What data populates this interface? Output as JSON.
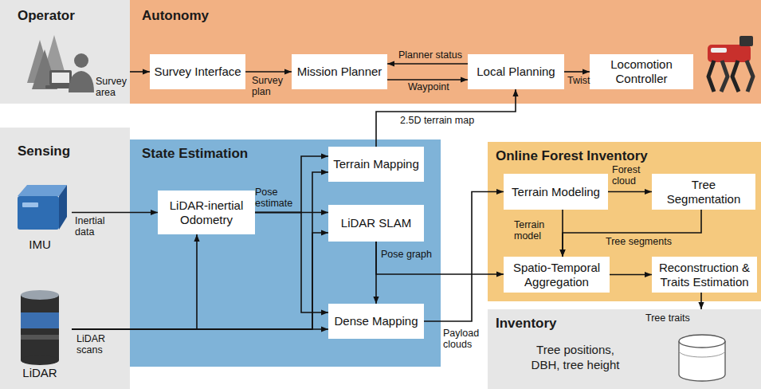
{
  "diagram": {
    "nodes": [
      {
        "text": [
          "Operator"
        ]
      },
      {
        "text": [
          "Autonomy"
        ]
      },
      {
        "text": [
          "Survey Interface"
        ],
        "in": 1
      },
      {
        "text": [
          "Mission Planner"
        ],
        "in": 1
      },
      {
        "text": [
          "Local Planning"
        ],
        "in": 1
      },
      {
        "text": [
          "Locomotion Controller"
        ],
        "in": 1
      },
      {
        "text": [
          "Sensing"
        ]
      },
      {
        "text": [
          "IMU"
        ],
        "in": 6
      },
      {
        "text": [
          "LiDAR"
        ],
        "in": 6
      },
      {
        "text": [
          "State Estimation"
        ]
      },
      {
        "text": [
          "LiDAR-inertial Odometry"
        ],
        "in": 9
      },
      {
        "text": [
          "Terrain Mapping"
        ],
        "in": 9
      },
      {
        "text": [
          "LiDAR SLAM"
        ],
        "in": 9
      },
      {
        "text": [
          "Dense Mapping"
        ],
        "in": 9
      },
      {
        "text": [
          "Online Forest Inventory"
        ]
      },
      {
        "text": [
          "Terrain Modeling"
        ],
        "in": 14
      },
      {
        "text": [
          "Tree Segmentation"
        ],
        "in": 14
      },
      {
        "text": [
          "Spatio-Temporal Aggregation"
        ],
        "in": 14
      },
      {
        "text": [
          "Reconstruction & Traits Estimation"
        ],
        "in": 14
      },
      {
        "text": [
          "Inventory",
          "Tree positions, DBH, tree height"
        ]
      }
    ],
    "edges": [
      {
        "from": 0,
        "to": 2,
        "label": "Survey area",
        "arrow": "to"
      },
      {
        "from": 2,
        "to": 3,
        "label": "Survey plan",
        "arrow": "to"
      },
      {
        "from": 4,
        "to": 3,
        "label": "Planner status",
        "arrow": "to"
      },
      {
        "from": 3,
        "to": 4,
        "label": "Waypoint",
        "arrow": "to"
      },
      {
        "from": 4,
        "to": 5,
        "label": "Twist",
        "arrow": "to"
      },
      {
        "from": 7,
        "to": 10,
        "label": "Inertial data",
        "arrow": "to"
      },
      {
        "from": 8,
        "to": 13,
        "label": "LiDAR scans",
        "arrow": "to"
      },
      {
        "from": 8,
        "to": 10,
        "arrow": "to"
      },
      {
        "from": 8,
        "to": 11,
        "arrow": "to"
      },
      {
        "from": 8,
        "to": 12,
        "arrow": "to"
      },
      {
        "from": 10,
        "to": 11,
        "label": "Pose estimate",
        "arrow": "to"
      },
      {
        "from": 10,
        "to": 12,
        "arrow": "to"
      },
      {
        "from": 10,
        "to": 13,
        "arrow": "to"
      },
      {
        "from": 12,
        "to": 13,
        "label": "Pose graph",
        "arrow": "to"
      },
      {
        "from": 12,
        "to": 17,
        "arrow": "to"
      },
      {
        "from": 11,
        "to": 4,
        "label": "2.5D terrain map",
        "arrow": "to"
      },
      {
        "from": 13,
        "to": 15,
        "label": "Payload clouds",
        "arrow": "to"
      },
      {
        "from": 15,
        "to": 16,
        "label": "Forest cloud",
        "arrow": "to"
      },
      {
        "from": 15,
        "to": 17,
        "label": "Terrain model",
        "arrow": "to"
      },
      {
        "from": 16,
        "to": 17,
        "label": "Tree segments",
        "arrow": "to"
      },
      {
        "from": 17,
        "to": 18,
        "arrow": "to"
      },
      {
        "from": 18,
        "to": 19,
        "label": "Tree traits",
        "arrow": "to"
      }
    ]
  }
}
